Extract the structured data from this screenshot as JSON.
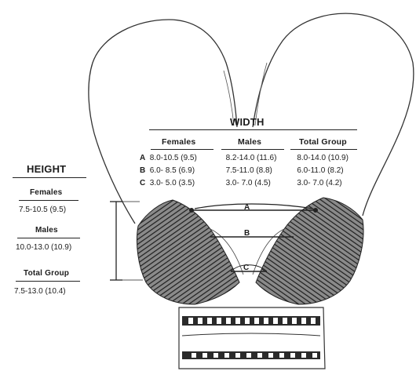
{
  "width_table": {
    "title": "WIDTH",
    "columns": [
      "Females",
      "Males",
      "Total Group"
    ],
    "rows": [
      {
        "label": "A",
        "values": [
          "8.0-10.5 (9.5)",
          "8.2-14.0 (11.6)",
          "8.0-14.0 (10.9)"
        ]
      },
      {
        "label": "B",
        "values": [
          "6.0- 8.5 (6.9)",
          "7.5-11.0 (8.8)",
          "6.0-11.0 (8.2)"
        ]
      },
      {
        "label": "C",
        "values": [
          "3.0- 5.0 (3.5)",
          "3.0- 7.0 (4.5)",
          "3.0- 7.0 (4.2)"
        ]
      }
    ]
  },
  "height_table": {
    "title": "HEIGHT",
    "groups": [
      {
        "name": "Females",
        "value": "7.5-10.5 (9.5)"
      },
      {
        "name": "Males",
        "value": "10.0-13.0 (10.9)"
      },
      {
        "name": "Total Group",
        "value": "7.5-13.0 (10.4)"
      }
    ]
  },
  "measure_labels": {
    "a": "A",
    "b": "B",
    "c": "C"
  },
  "colors": {
    "ink": "#1c1c1c",
    "muscle": "#3a3a3a",
    "paper": "#ffffff"
  }
}
